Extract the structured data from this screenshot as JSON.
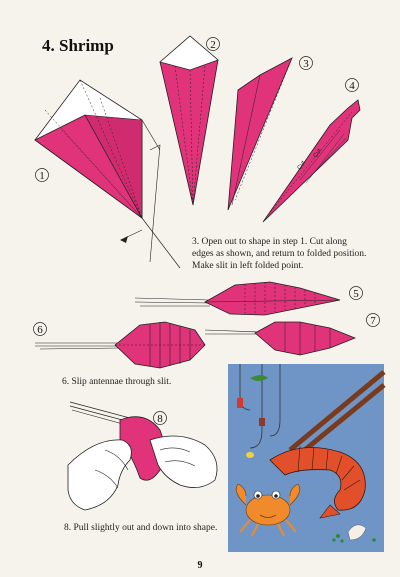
{
  "title": "4. Shrimp",
  "steps": {
    "s1": "1",
    "s2": "2",
    "s3": "3",
    "s4": "4",
    "s5": "5",
    "s6": "6",
    "s7": "7",
    "s8": "8"
  },
  "cut_label": "Cut",
  "captions": {
    "step3": "3.   Open out to shape in step 1. Cut along edges as shown, and return to folded position. Make slit in left folded point.",
    "step6": "6.   Slip antennae through slit.",
    "step8": "8.   Pull slightly out and down into shape."
  },
  "page_number": "9",
  "colors": {
    "paper_pink": "#e0337a",
    "background": "#f6f3ec",
    "photo_blue": "#6f95c6"
  }
}
